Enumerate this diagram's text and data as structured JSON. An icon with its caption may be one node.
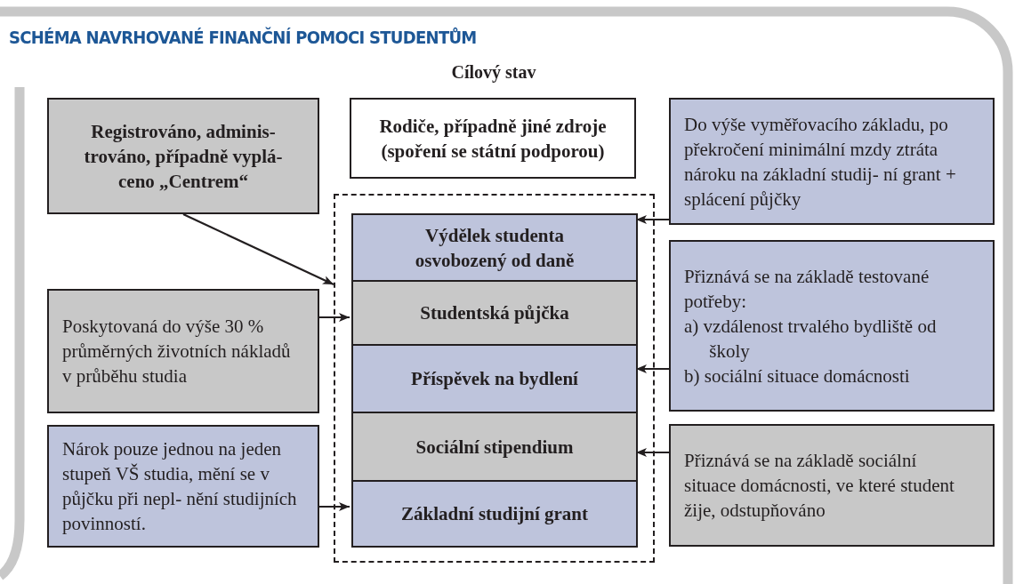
{
  "diagram": {
    "title": "SCHÉMA NAVRHOVANÉ FINANČNÍ POMOCI STUDENTŮM",
    "nodes": [
      {
        "text": [
          "Registrováno, adminis- trováno, případně vyplá- ceno „Centrem“"
        ]
      },
      {
        "text": [
          "Rodiče, případně jiné zdroje (spoření se státní podporou)"
        ]
      },
      {
        "text": [
          "Do výše vyměřovacího základu, po překročení minimální mzdy ztráta nároku na základní studij- ní grant + splácení půjčky"
        ]
      },
      {
        "text": [],
        "shape": "box"
      },
      {
        "text": [
          "Výdělek studenta osvobozený od daně"
        ],
        "in": 3
      },
      {
        "text": [
          "Studentská půjčka"
        ],
        "in": 3
      },
      {
        "text": [
          "Příspěvek na bydlení"
        ],
        "in": 3
      },
      {
        "text": [
          "Sociální stipendium"
        ],
        "in": 3
      },
      {
        "text": [
          "Základní studijní grant"
        ],
        "in": 3
      },
      {
        "text": [
          "Poskytovaná do výše 30 % průměrných životních nákladů v průběhu studia"
        ]
      },
      {
        "text": [
          "Přiznává se na základě testované potřeby:",
          "a) vzdálenost trvalého bydliště od školy",
          "b) sociální situace domácnosti"
        ]
      },
      {
        "text": [
          "Nárok pouze jednou na jeden stupeň VŠ studia, mění se v půjčku při nepl- nění studijních povinností."
        ]
      },
      {
        "text": [
          "Přiznává se na základě sociální situace domácnosti, ve které student žije, odstupňováno"
        ]
      }
    ],
    "edges": [
      {
        "from": 0,
        "to": 3,
        "arrow": "to"
      },
      {
        "from": 9,
        "to": 5,
        "arrow": "to"
      },
      {
        "from": 11,
        "to": 8,
        "arrow": "to"
      },
      {
        "from": 2,
        "to": 4,
        "arrow": "to"
      },
      {
        "from": 10,
        "to": 6,
        "arrow": "to"
      },
      {
        "from": 12,
        "to": 7,
        "arrow": "to"
      }
    ],
    "labels": [
      "Cílový stav"
    ]
  }
}
